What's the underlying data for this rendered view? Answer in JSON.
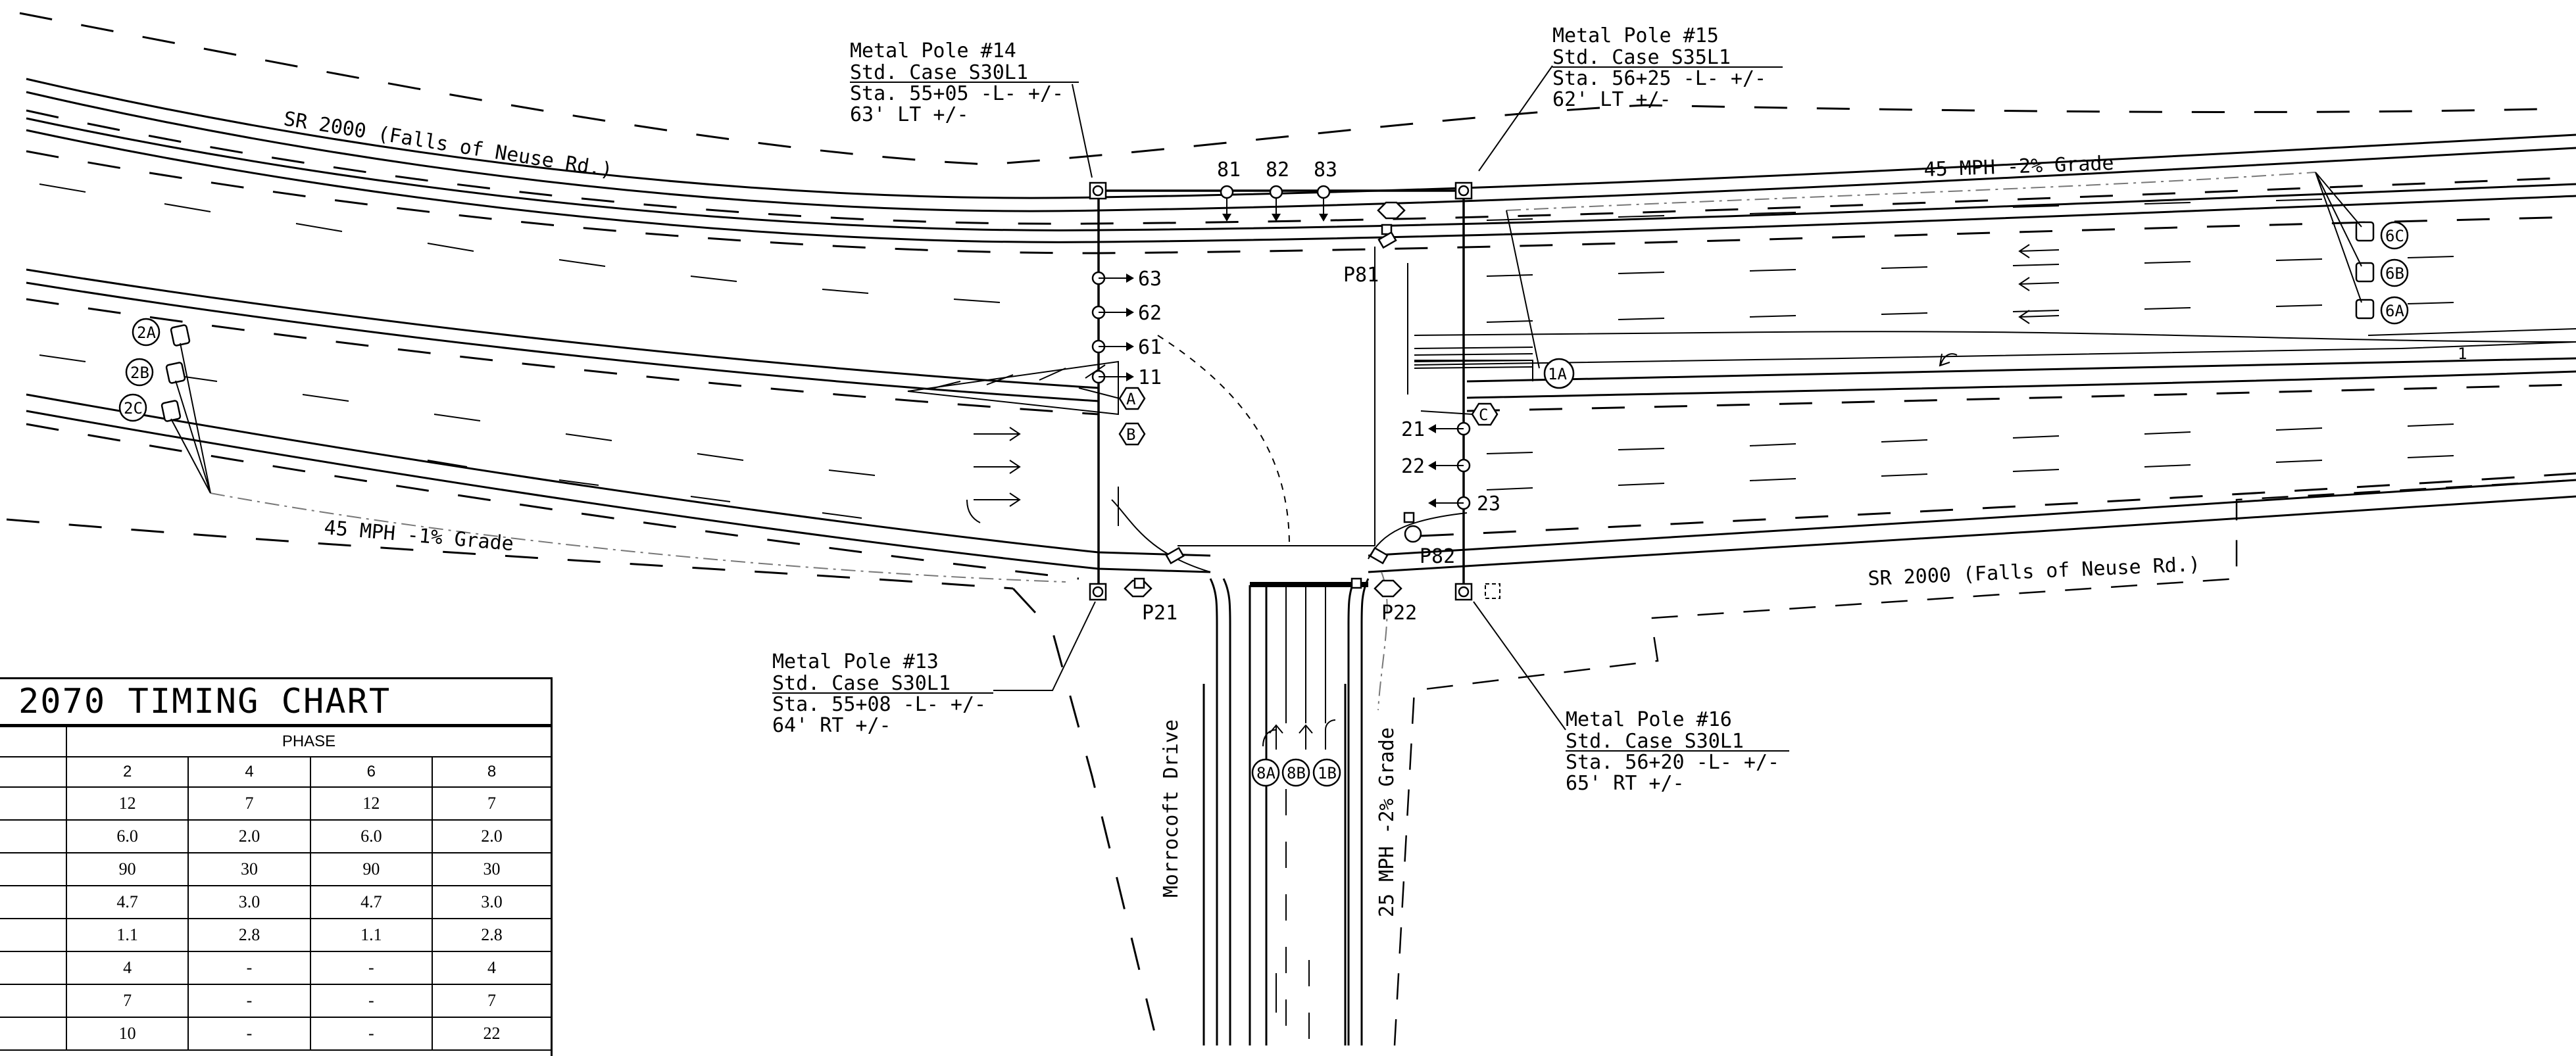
{
  "roads": {
    "main_west": "SR 2000 (Falls of Neuse Rd.)",
    "main_east": "SR 2000 (Falls of Neuse Rd.)",
    "side": "Morrocoft Drive",
    "speed_east": "45 MPH -2% Grade",
    "speed_west": "45 MPH -1% Grade",
    "speed_side": "25 MPH -2% Grade"
  },
  "poles": [
    {
      "title": "Metal Pole #14",
      "case": "Std. Case S30L1",
      "station": "Sta. 55+05 -L- +/-",
      "offset": "63' LT +/-"
    },
    {
      "title": "Metal Pole #15",
      "case": "Std. Case S35L1",
      "station": "Sta. 56+25 -L- +/-",
      "offset": "62' LT +/-"
    },
    {
      "title": "Metal Pole #13",
      "case": "Std. Case S30L1",
      "station": "Sta. 55+08 -L- +/-",
      "offset": "64' RT +/-"
    },
    {
      "title": "Metal Pole #16",
      "case": "Std. Case S30L1",
      "station": "Sta. 56+20 -L- +/-",
      "offset": "65' RT +/-"
    }
  ],
  "signal_heads": [
    "81",
    "82",
    "83",
    "63",
    "62",
    "61",
    "11",
    "21",
    "22",
    "23"
  ],
  "ped_heads": [
    "P81",
    "P82",
    "P21",
    "P22"
  ],
  "detectors": [
    "2A",
    "2B",
    "2C",
    "6A",
    "6B",
    "6C",
    "1A",
    "1B",
    "8A",
    "8B"
  ],
  "markers": [
    "A",
    "B",
    "C"
  ],
  "grade_label": "1",
  "timing": {
    "title": "2070 TIMING CHART",
    "phase_label": "PHASE",
    "headers": [
      "2",
      "4",
      "6",
      "8"
    ],
    "rows": [
      [
        "12",
        "7",
        "12",
        "7"
      ],
      [
        "6.0",
        "2.0",
        "6.0",
        "2.0"
      ],
      [
        "90",
        "30",
        "90",
        "30"
      ],
      [
        "4.7",
        "3.0",
        "4.7",
        "3.0"
      ],
      [
        "1.1",
        "2.8",
        "1.1",
        "2.8"
      ],
      [
        "4",
        "-",
        "-",
        "4"
      ],
      [
        "7",
        "-",
        "-",
        "7"
      ],
      [
        "10",
        "-",
        "-",
        "22"
      ]
    ]
  }
}
